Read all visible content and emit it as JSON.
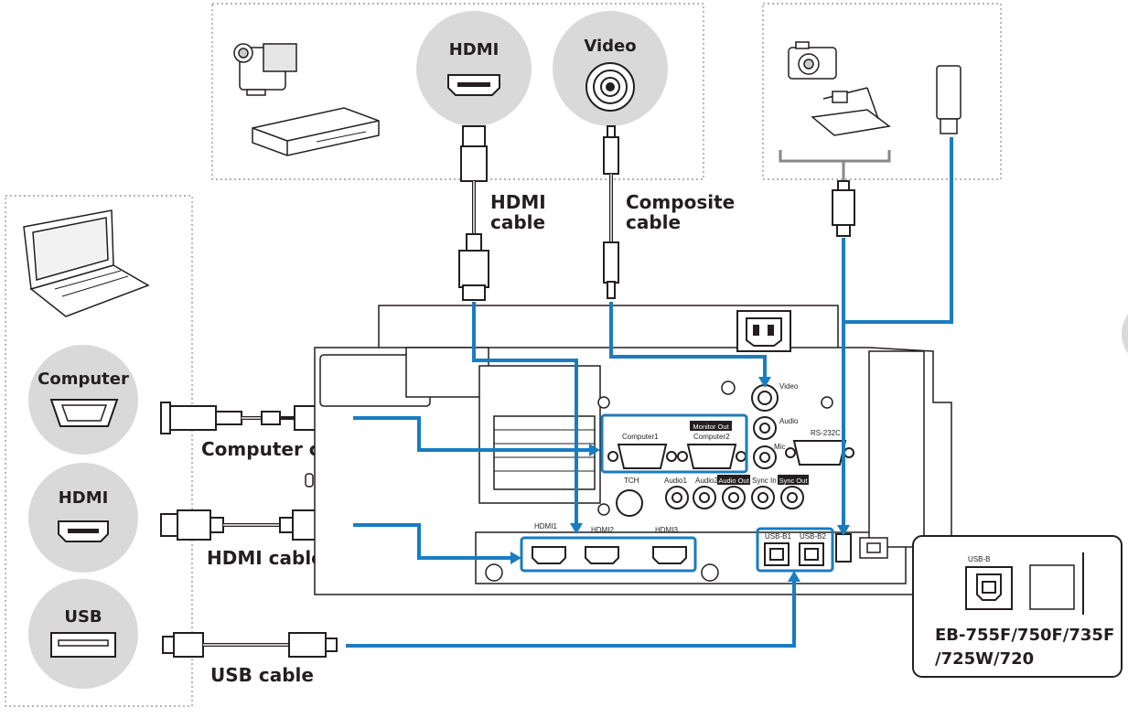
{
  "top_sources": {
    "hdmi_circle_label": "HDMI",
    "video_circle_label": "Video",
    "hdmi_cable_line1": "HDMI",
    "hdmi_cable_line2": "cable",
    "composite_cable_line1": "Composite",
    "composite_cable_line2": "cable"
  },
  "left_sources": {
    "computer_label": "Computer",
    "computer_cable": "Computer cable",
    "hdmi_label": "HDMI",
    "hdmi_cable": "HDMI cable",
    "usb_label": "USB",
    "usb_cable": "USB cable"
  },
  "ports": {
    "video": "Video",
    "audio": "Audio",
    "mic": "Mic",
    "rs232c": "RS-232C",
    "computer1": "Computer1",
    "monitor_out": "Monitor Out",
    "computer2": "Computer2",
    "tch": "TCH",
    "audio1": "Audio1",
    "audio2": "Audio2",
    "audio_out": "Audio Out",
    "sync_in": "Sync In",
    "sync_out": "Sync Out",
    "hdmi1": "HDMI1",
    "hdmi2": "HDMI2",
    "hdmi3": "HDMI3",
    "usb_b1": "USB-B1",
    "usb_b2": "USB-B2"
  },
  "inset": {
    "usb_b_label": "USB-B",
    "model_line1": "EB-755F/750F/735F",
    "model_line2": "/725W/720"
  },
  "colors": {
    "cable_route": "#1a7cc1",
    "highlight_box": "#1a7cc1",
    "source_circle": "#d9d9d9",
    "outline": "#231f20",
    "dotted_frame": "#888888"
  },
  "icons": [
    "camcorder-icon",
    "dvd-player-icon",
    "laptop-icon",
    "digital-camera-icon",
    "document-camera-icon",
    "usb-flash-drive-icon",
    "vga-port-icon",
    "hdmi-port-icon",
    "usb-a-port-icon",
    "usb-b-port-icon",
    "power-inlet-icon"
  ]
}
